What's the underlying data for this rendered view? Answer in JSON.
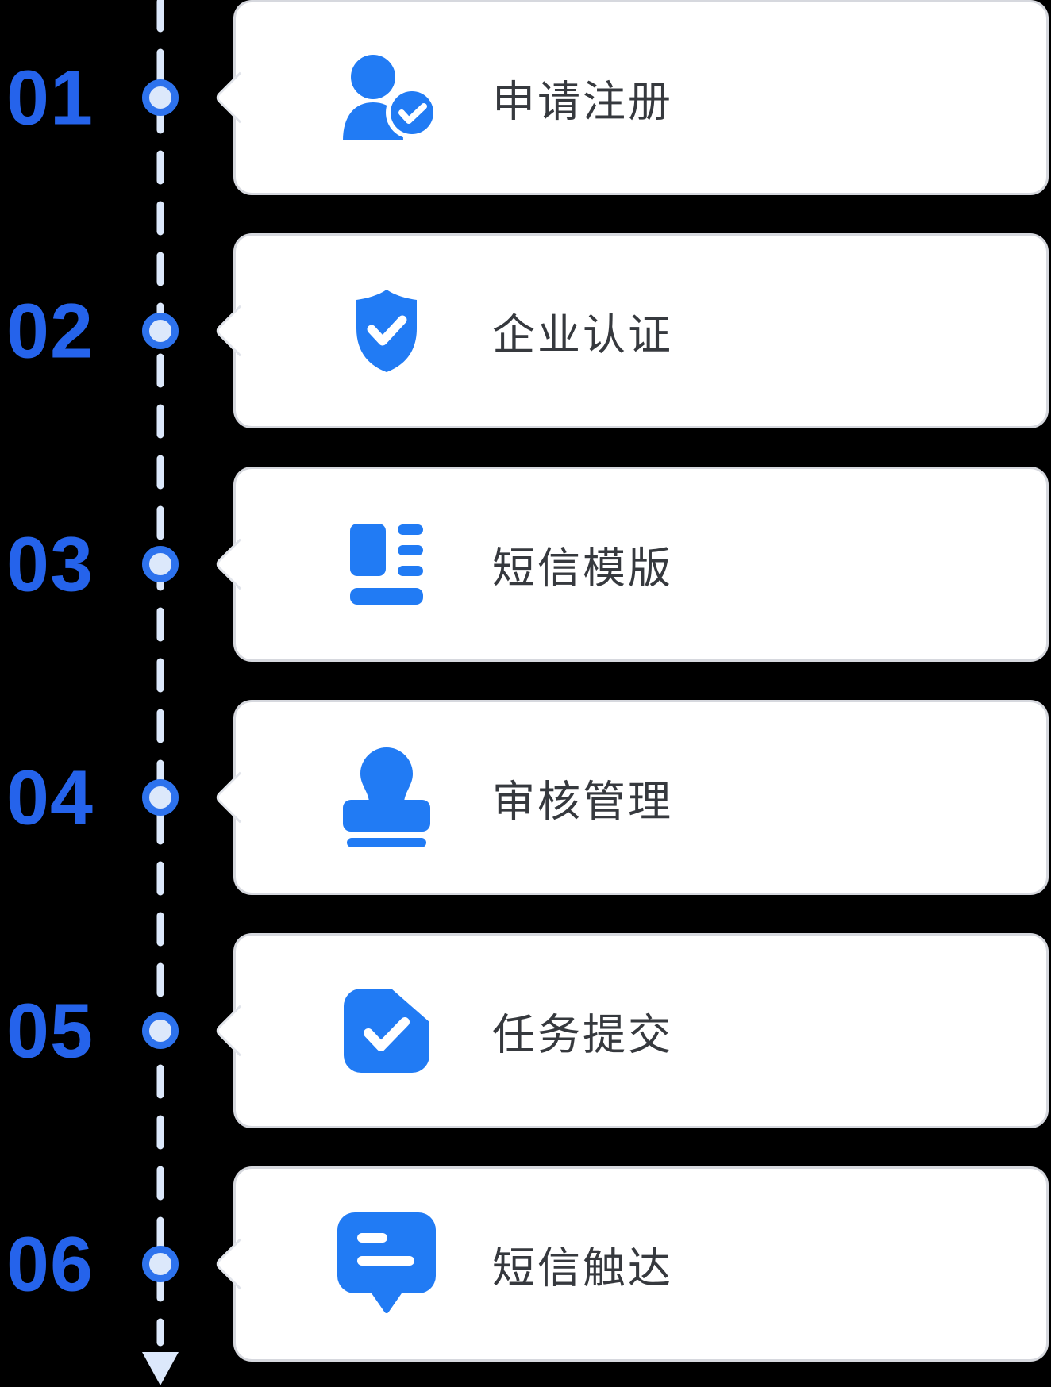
{
  "colors": {
    "background": "#000000",
    "step_number_blue": "#2563eb",
    "icon_blue": "#217bf4",
    "dot_ring_blue": "#2d72ed",
    "light_accent": "#dce8fb",
    "card_background": "#ffffff",
    "label_text": "#36393e"
  },
  "steps": [
    {
      "number": "01",
      "label": "申请注册",
      "icon": "user-verified-icon"
    },
    {
      "number": "02",
      "label": "企业认证",
      "icon": "shield-check-icon"
    },
    {
      "number": "03",
      "label": "短信模版",
      "icon": "sms-template-icon"
    },
    {
      "number": "04",
      "label": "审核管理",
      "icon": "stamp-icon"
    },
    {
      "number": "05",
      "label": "任务提交",
      "icon": "task-check-icon"
    },
    {
      "number": "06",
      "label": "短信触达",
      "icon": "sms-message-icon"
    }
  ]
}
